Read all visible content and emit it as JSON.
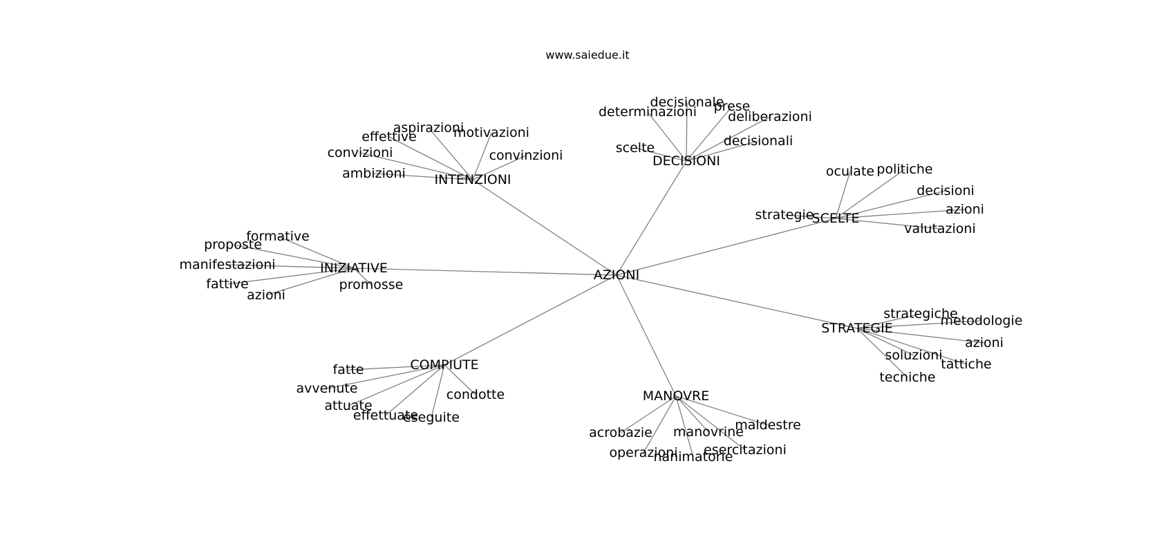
{
  "site": "www.saiedue.it",
  "graph": {
    "root": "AZIONI",
    "hubs": [
      {
        "id": "intenzioni",
        "label": "INTENZIONI",
        "leaves": [
          "aspirazioni",
          "effettive",
          "motivazioni",
          "convizioni",
          "convinzioni",
          "ambizioni"
        ]
      },
      {
        "id": "decisioni",
        "label": "DECISIONI",
        "leaves": [
          "decisionale",
          "determinazioni",
          "prese",
          "deliberazioni",
          "scelte",
          "decisionali"
        ]
      },
      {
        "id": "scelte",
        "label": "SCELTE",
        "leaves": [
          "oculate",
          "politiche",
          "decisioni",
          "azioni",
          "strategie",
          "valutazioni"
        ]
      },
      {
        "id": "iniziative",
        "label": "INIZIATIVE",
        "leaves": [
          "formative",
          "proposte",
          "manifestazioni",
          "fattive",
          "promosse",
          "azioni"
        ]
      },
      {
        "id": "strategie",
        "label": "STRATEGIE",
        "leaves": [
          "strategiche",
          "metodologie",
          "azioni",
          "soluzioni",
          "tattiche",
          "tecniche"
        ]
      },
      {
        "id": "compiute",
        "label": "COMPIUTE",
        "leaves": [
          "fatte",
          "avvenute",
          "condotte",
          "attuate",
          "effettuate",
          "eseguite"
        ]
      },
      {
        "id": "manovre",
        "label": "MANOVRE",
        "leaves": [
          "maldestre",
          "acrobazie",
          "manovrine",
          "operazioni",
          "esercitazioni",
          "nanimatorie"
        ]
      }
    ]
  }
}
